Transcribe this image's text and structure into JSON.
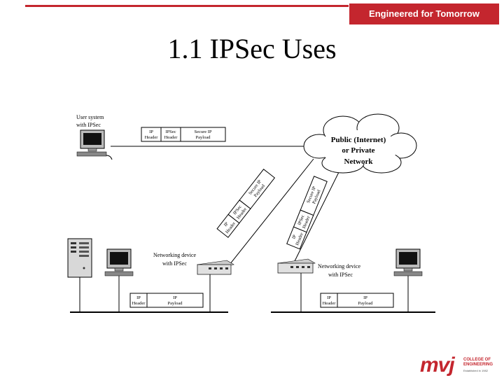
{
  "slide": {
    "title": "1.1 IPSec Uses",
    "brand_tagline": "Engineered for Tomorrow",
    "logo": {
      "mark": "mvj",
      "college_line1": "COLLEGE OF",
      "college_line2": "ENGINEERING",
      "established": "Established in 1982"
    }
  },
  "diagram": {
    "cloud_label": [
      "Public (Internet)",
      "or Private",
      "Network"
    ],
    "user_system_label": [
      "User system",
      "with IPSec"
    ],
    "left_device_label": [
      "Networking device",
      "with IPSec"
    ],
    "right_device_label": [
      "Networking device",
      "with IPSec"
    ],
    "top_packet": [
      [
        "IP",
        "Header"
      ],
      [
        "IPSec",
        "Header"
      ],
      [
        "Secure IP",
        "Payload"
      ]
    ],
    "left_tunnel_packet": [
      [
        "IP",
        "Header"
      ],
      [
        "IPSec",
        "Header"
      ],
      [
        "Secure IP",
        "Payload"
      ]
    ],
    "right_tunnel_packet": [
      [
        "IP",
        "Header"
      ],
      [
        "IPSec",
        "Header"
      ],
      [
        "Secure IP",
        "Payload"
      ]
    ],
    "left_lan_packet": [
      [
        "IP",
        "Header"
      ],
      [
        "IP",
        "Payload"
      ]
    ],
    "right_lan_packet": [
      [
        "IP",
        "Header"
      ],
      [
        "IP",
        "Payload"
      ]
    ]
  }
}
